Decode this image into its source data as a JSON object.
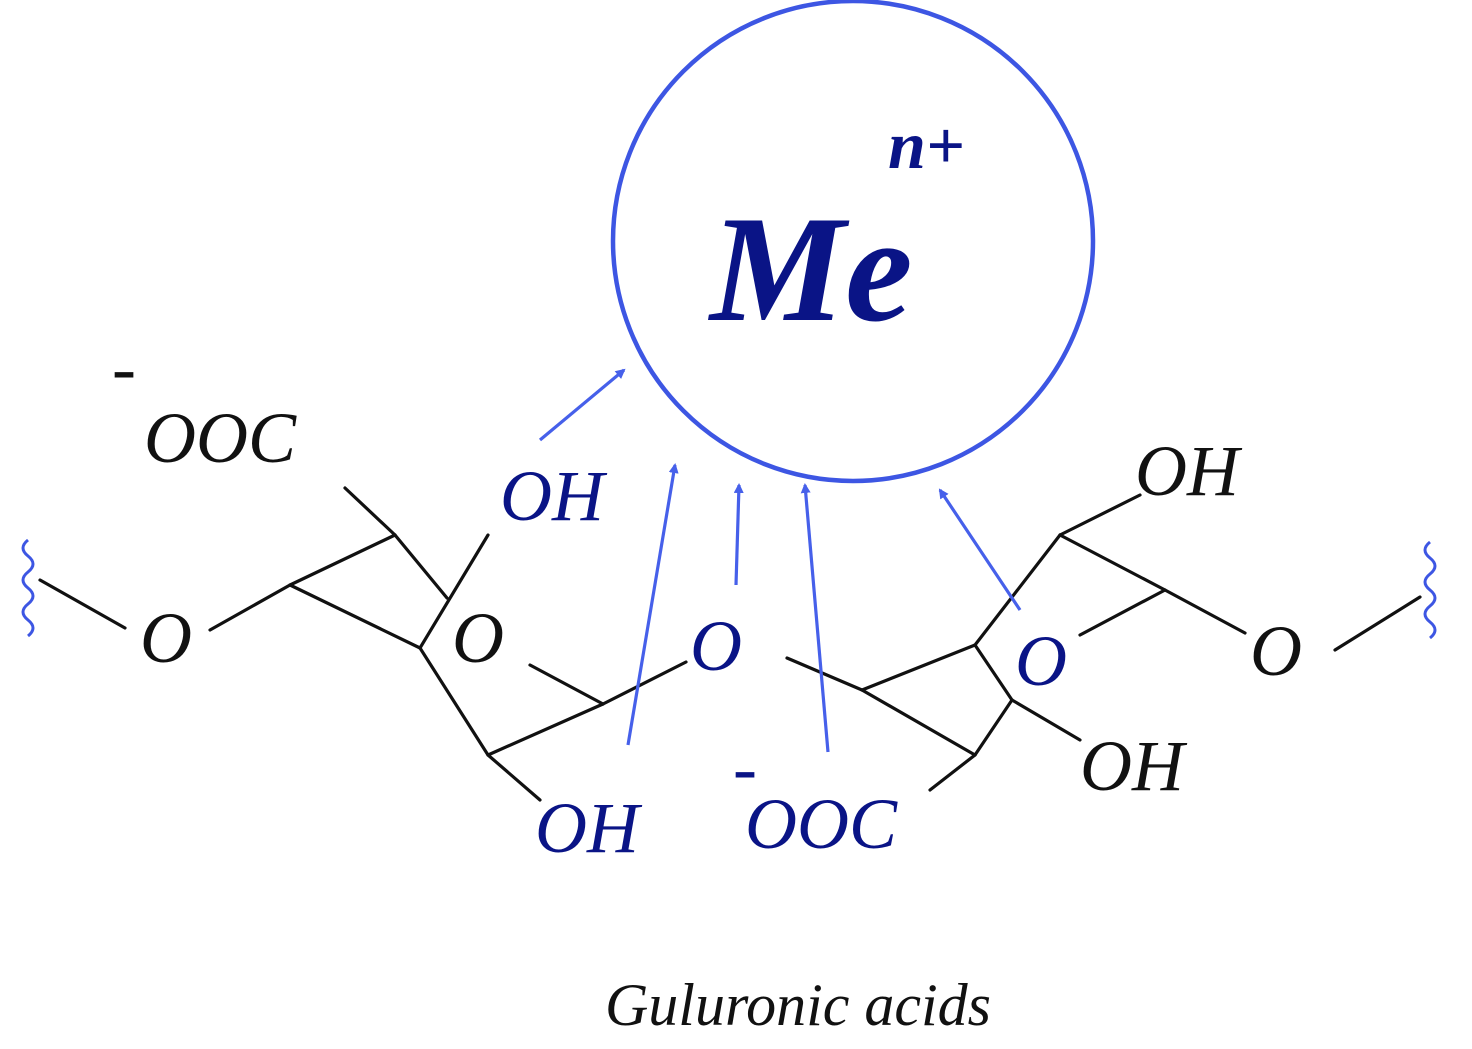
{
  "metal": {
    "symbol": "Me",
    "charge": "n+"
  },
  "left_ring": {
    "carboxylate": "OOC",
    "carboxylate_charge": "-",
    "ring_oxygen": "O",
    "linkage_oxygen": "O",
    "hydroxyl_top": "OH",
    "hydroxyl_bottom": "OH"
  },
  "bridge_oxygen": "O",
  "right_ring": {
    "carboxylate": "OOC",
    "carboxylate_charge": "-",
    "ring_oxygen": "O",
    "linkage_oxygen": "O",
    "hydroxyl_top": "OH",
    "hydroxyl_bottom": "OH"
  },
  "caption": "Guluronic acids",
  "colors": {
    "bond": "#111111",
    "coordination": "#3d56e3",
    "donor_label": "#0a1486"
  }
}
